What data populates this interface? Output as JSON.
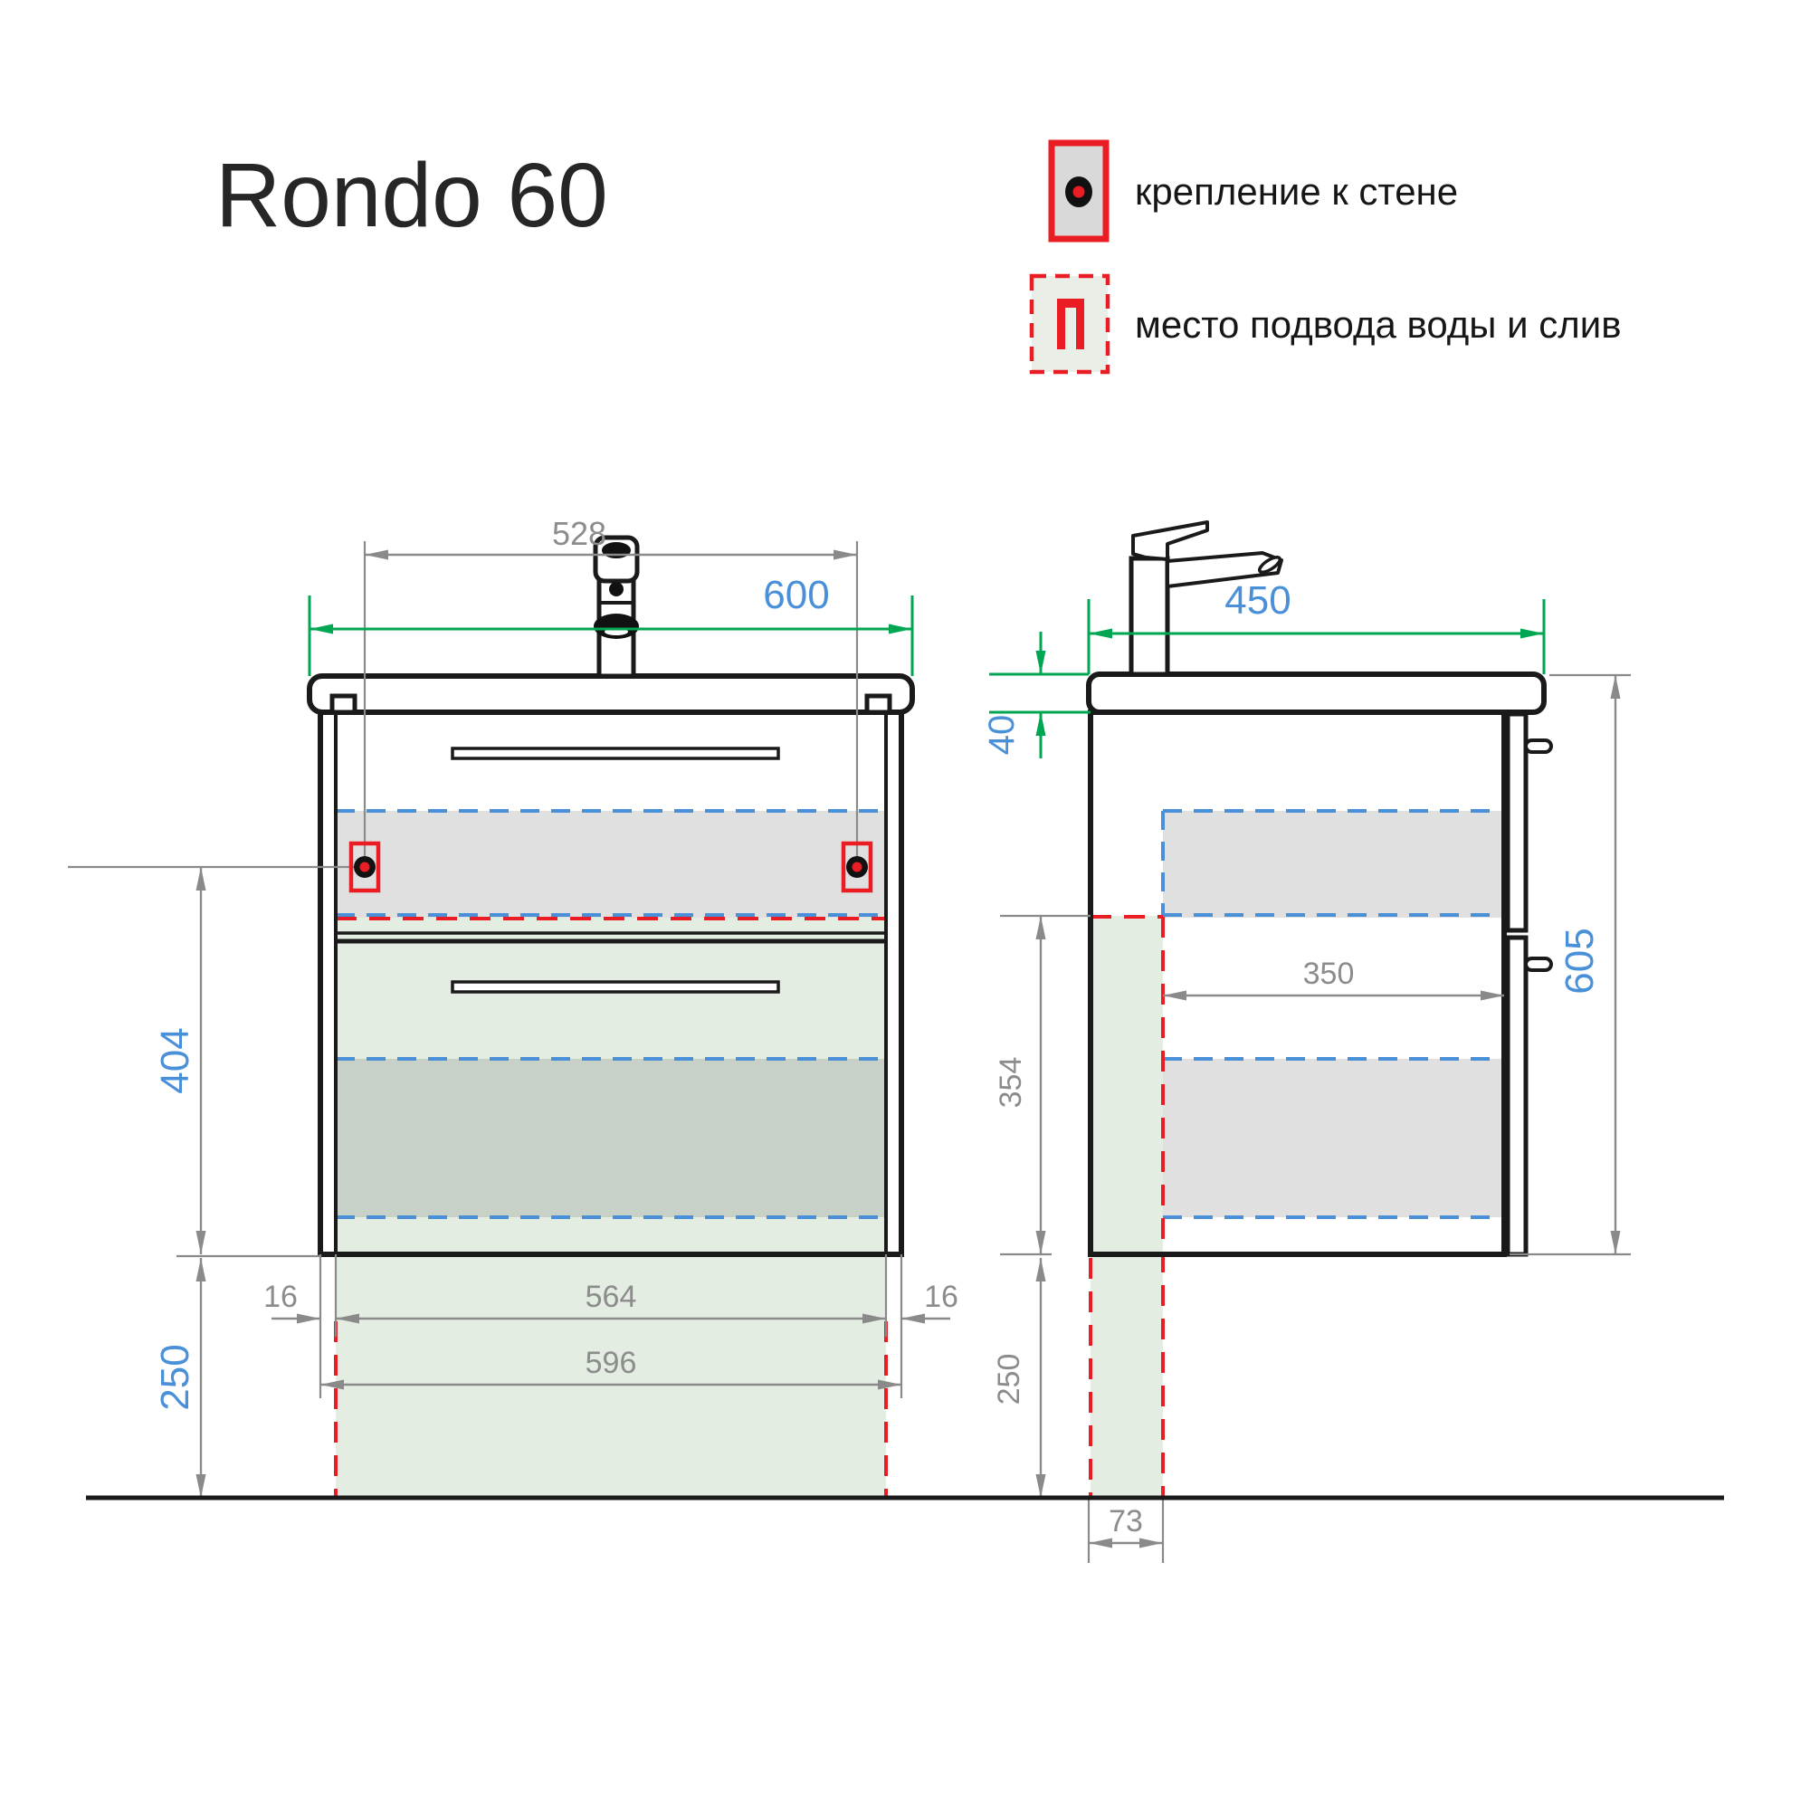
{
  "title": "Rondo 60",
  "legend": {
    "wall_mount": {
      "label": "крепление к стене"
    },
    "water_zone": {
      "label": "место подвода воды и слив",
      "symbol": "П"
    }
  },
  "front_view": {
    "dims": {
      "faucet_offset": "528",
      "width": "600",
      "mount_to_bottom": "404",
      "floor_clearance": "250",
      "left_wall": "16",
      "inner_width": "564",
      "right_wall": "16",
      "body_width": "596"
    }
  },
  "side_view": {
    "dims": {
      "depth": "450",
      "top_thickness": "40",
      "inner_depth": "350",
      "zone_height": "354",
      "height": "605",
      "floor_clearance": "250",
      "drain_offset": "73"
    }
  },
  "colors": {
    "dimension_blue": "#4a90d9",
    "dimension_green": "#00a651",
    "marker_red": "#ea1c24",
    "dimension_grey": "#8c8c8c",
    "zone_green": "#e3ede2",
    "zone_grey": "#d9d9d9",
    "line_black": "#1a1a1a"
  }
}
